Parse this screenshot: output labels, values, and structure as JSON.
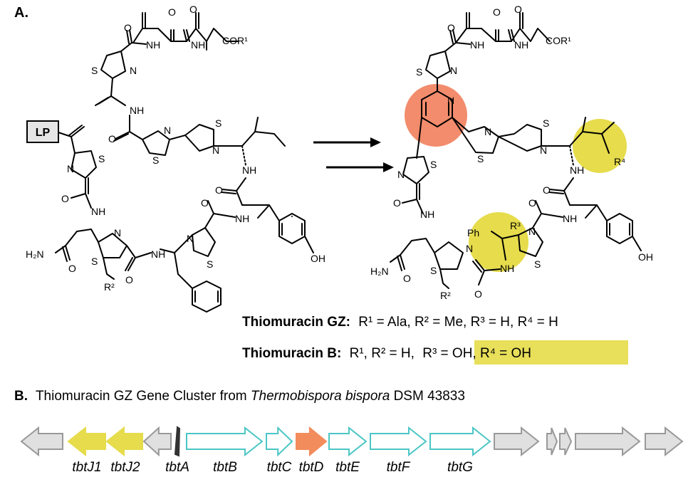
{
  "panel_a": {
    "label": "A.",
    "lp_label": "LP",
    "atoms": {
      "nh": "NH",
      "n": "N",
      "s": "S",
      "cor1": "COR¹",
      "h2n": "H₂N",
      "oh": "OH",
      "r2": "R²",
      "r3": "R³",
      "r4": "R⁴",
      "ph": "Ph"
    },
    "compounds": [
      {
        "name": "Thiomuracin GZ:",
        "substituents": "R¹ = Ala, R² = Me, R³ = H, R⁴ = H"
      },
      {
        "name": "Thiomuracin B:",
        "substituents_plain": "R¹, R² = H,",
        "substituents_highlight": "R³ = OH, R⁴ = OH"
      }
    ],
    "colors": {
      "pyridine_highlight": "#f28c6c",
      "modification_highlight": "#e6dc4c",
      "text_highlight": "#e8df5a"
    }
  },
  "panel_b": {
    "label": "B.",
    "title_prefix": "Thiomuracin GZ Gene Cluster from ",
    "organism": "Thermobispora bispora",
    "strain": " DSM 43833",
    "genes": [
      {
        "label": "",
        "color": "#e0e0e0",
        "stroke": "#999999",
        "dir": "left"
      },
      {
        "label": "tbtJ1",
        "color": "#e6dc4c",
        "stroke": "#e6dc4c",
        "dir": "left"
      },
      {
        "label": "tbtJ2",
        "color": "#e6dc4c",
        "stroke": "#e6dc4c",
        "dir": "left"
      },
      {
        "label": "",
        "color": "#e0e0e0",
        "stroke": "#999999",
        "dir": "left"
      },
      {
        "label": "tbtA",
        "color": "#333333",
        "stroke": "#333333",
        "dir": "right"
      },
      {
        "label": "tbtB",
        "color": "#ffffff",
        "stroke": "#4cc6c6",
        "dir": "right"
      },
      {
        "label": "tbtC",
        "color": "#ffffff",
        "stroke": "#4cc6c6",
        "dir": "right"
      },
      {
        "label": "tbtD",
        "color": "#f28c5c",
        "stroke": "#f28c5c",
        "dir": "right"
      },
      {
        "label": "tbtE",
        "color": "#ffffff",
        "stroke": "#4cc6c6",
        "dir": "right"
      },
      {
        "label": "tbtF",
        "color": "#ffffff",
        "stroke": "#4cc6c6",
        "dir": "right"
      },
      {
        "label": "tbtG",
        "color": "#ffffff",
        "stroke": "#4cc6c6",
        "dir": "right"
      },
      {
        "label": "",
        "color": "#e0e0e0",
        "stroke": "#999999",
        "dir": "right"
      },
      {
        "label": "",
        "color": "#e0e0e0",
        "stroke": "#999999",
        "dir": "right"
      },
      {
        "label": "",
        "color": "#e0e0e0",
        "stroke": "#999999",
        "dir": "right"
      },
      {
        "label": "",
        "color": "#e0e0e0",
        "stroke": "#999999",
        "dir": "right"
      },
      {
        "label": "",
        "color": "#e0e0e0",
        "stroke": "#999999",
        "dir": "right"
      }
    ]
  }
}
